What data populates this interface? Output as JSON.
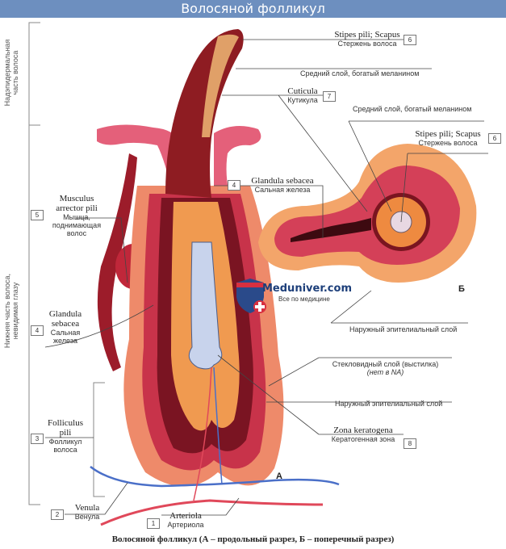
{
  "header": {
    "title": "Волосяной фолликул"
  },
  "side_labels": {
    "upper": [
      "Надэпидермальная",
      "часть волоса"
    ],
    "lower": [
      "Нижняя часть волоса,",
      "невидимая глазу"
    ]
  },
  "labels": {
    "stipes_top": {
      "latin": "Stipes pili; Scapus",
      "ru": "Стержень волоса",
      "num": "6"
    },
    "middle_layer_top": {
      "ru": "Средний слой, богатый меланином"
    },
    "cuticula": {
      "latin": "Cuticula",
      "ru": "Кутикула",
      "num": "7"
    },
    "middle_layer_b": {
      "ru": "Средний слой, богатый меланином"
    },
    "stipes_b": {
      "latin": "Stipes pili; Scapus",
      "ru": "Стержень волоса",
      "num": "6"
    },
    "glandula_right": {
      "latin": "Glandula sebacea",
      "ru": "Сальная железа",
      "num": "4"
    },
    "musculus": {
      "latin": [
        "Musculus",
        "arrector pili"
      ],
      "ru": [
        "Мышца,",
        "поднимающая",
        "волос"
      ],
      "num": "5"
    },
    "glandula_left": {
      "latin": [
        "Glandula",
        "sebacea"
      ],
      "ru": [
        "Сальная",
        "железа"
      ],
      "num": "4"
    },
    "outer_epithelial_1": {
      "ru": "Наружный эпителиальный слой"
    },
    "glassy_layer": {
      "ru": "Стекловидный слой (выстилка)",
      "note": "(нет в NA)"
    },
    "outer_epithelial_2": {
      "ru": "Наружный эпителиальный слой"
    },
    "zona_keratogena": {
      "latin": "Zona keratogena",
      "ru": "Кератогенная зона",
      "num": "8"
    },
    "folliculus": {
      "latin": [
        "Folliculus",
        "pili"
      ],
      "ru": [
        "Фолликул",
        "волоса"
      ],
      "num": "3"
    },
    "venula": {
      "latin": "Venula",
      "ru": "Венула",
      "num": "2"
    },
    "arteriola": {
      "latin": "Arteriola",
      "ru": "Артериола",
      "num": "1"
    }
  },
  "section_marks": {
    "a": "А",
    "b": "Б"
  },
  "watermark": {
    "name": "Meduniver.com",
    "tagline": "Все по медицине"
  },
  "caption": "Волосяной фолликул (А – продольный разрез, Б – поперечный разрез)"
}
